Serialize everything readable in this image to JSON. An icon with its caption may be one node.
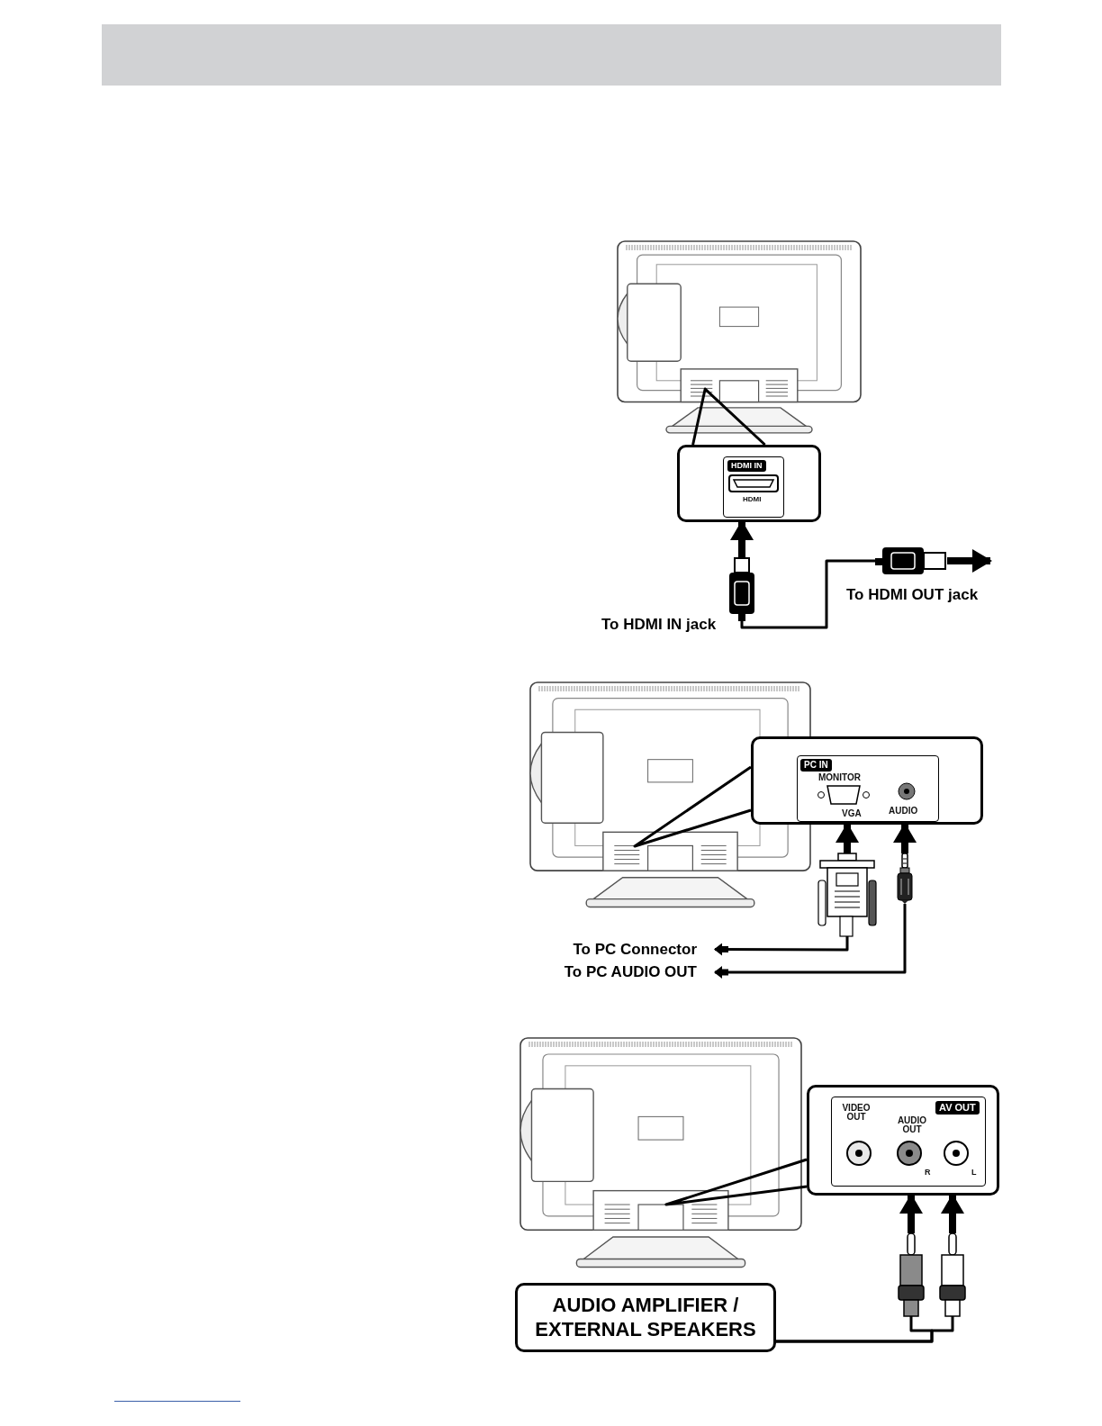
{
  "diagram": {
    "nodes": [
      {
        "text": [],
        "shape": "picture"
      },
      {
        "text": [
          "HDMI IN",
          "HDMI"
        ]
      },
      {
        "text": [],
        "shape": "picture"
      },
      {
        "text": [],
        "shape": "picture"
      },
      {
        "text": [],
        "shape": "picture"
      },
      {
        "text": [
          "PC IN",
          "MONITOR",
          "VGA",
          "AUDIO"
        ]
      },
      {
        "text": [],
        "shape": "picture"
      },
      {
        "text": [],
        "shape": "picture"
      },
      {
        "text": [
          "To PC Connector"
        ]
      },
      {
        "text": [
          "To PC AUDIO OUT"
        ]
      },
      {
        "text": [],
        "shape": "picture"
      },
      {
        "text": [
          "VIDEO OUT",
          "AV OUT",
          "AUDIO OUT",
          "R",
          "L"
        ]
      },
      {
        "text": [],
        "shape": "picture"
      },
      {
        "text": [],
        "shape": "picture"
      },
      {
        "text": [
          "AUDIO AMPLIFIER / EXTERNAL SPEAKERS"
        ]
      }
    ],
    "edges": [
      {
        "from": 0,
        "to": 1,
        "arrow": "none"
      },
      {
        "from": 2,
        "to": 1,
        "arrow": "to",
        "style": "thick"
      },
      {
        "from": 2,
        "to": 3,
        "arrow": "none"
      },
      {
        "from": 3,
        "to": null,
        "arrow": "to",
        "style": "thick"
      },
      {
        "from": 4,
        "to": 5,
        "arrow": "none"
      },
      {
        "from": 6,
        "to": 5,
        "arrow": "to",
        "style": "thick"
      },
      {
        "from": 7,
        "to": 5,
        "arrow": "to",
        "style": "thick"
      },
      {
        "from": 6,
        "to": 8,
        "arrow": "to"
      },
      {
        "from": 7,
        "to": 9,
        "arrow": "to"
      },
      {
        "from": 10,
        "to": 11,
        "arrow": "none"
      },
      {
        "from": 12,
        "to": 11,
        "arrow": "to",
        "style": "thick"
      },
      {
        "from": 13,
        "to": 11,
        "arrow": "to",
        "style": "thick"
      },
      {
        "from": 12,
        "to": 14,
        "arrow": "none"
      },
      {
        "from": 13,
        "to": 14,
        "arrow": "none"
      }
    ],
    "labels": [
      "To HDMI IN jack",
      "To HDMI OUT jack"
    ]
  }
}
